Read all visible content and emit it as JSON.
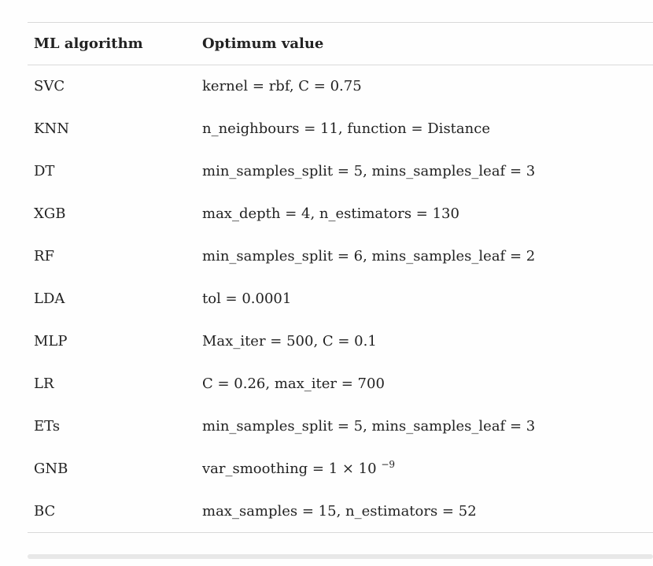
{
  "colors": {
    "text": "#222222",
    "rule": "#d9d9d9",
    "bg": "#fefefe",
    "scrollbar": "#e8e8e8"
  },
  "table": {
    "header": {
      "col1": "ML algorithm",
      "col2": "Optimum value"
    },
    "rows": [
      {
        "algorithm": "SVC",
        "value": "kernel = rbf, C = 0.75"
      },
      {
        "algorithm": "KNN",
        "value": "n_neighbours = 11, function = Distance"
      },
      {
        "algorithm": "DT",
        "value": "min_samples_split = 5, mins_samples_leaf = 3"
      },
      {
        "algorithm": "XGB",
        "value": "max_depth = 4, n_estimators = 130"
      },
      {
        "algorithm": "RF",
        "value": "min_samples_split = 6, mins_samples_leaf = 2"
      },
      {
        "algorithm": "LDA",
        "value": "tol = 0.0001"
      },
      {
        "algorithm": "MLP",
        "value": "Max_iter = 500, C = 0.1"
      },
      {
        "algorithm": "LR",
        "value": "C = 0.26, max_iter = 700"
      },
      {
        "algorithm": "ETs",
        "value": "min_samples_split = 5, mins_samples_leaf = 3"
      },
      {
        "algorithm": "GNB",
        "value": "var_smoothing = 1 × 10",
        "value_superscript": "−9"
      },
      {
        "algorithm": "BC",
        "value": "max_samples = 15, n_estimators = 52"
      }
    ]
  }
}
